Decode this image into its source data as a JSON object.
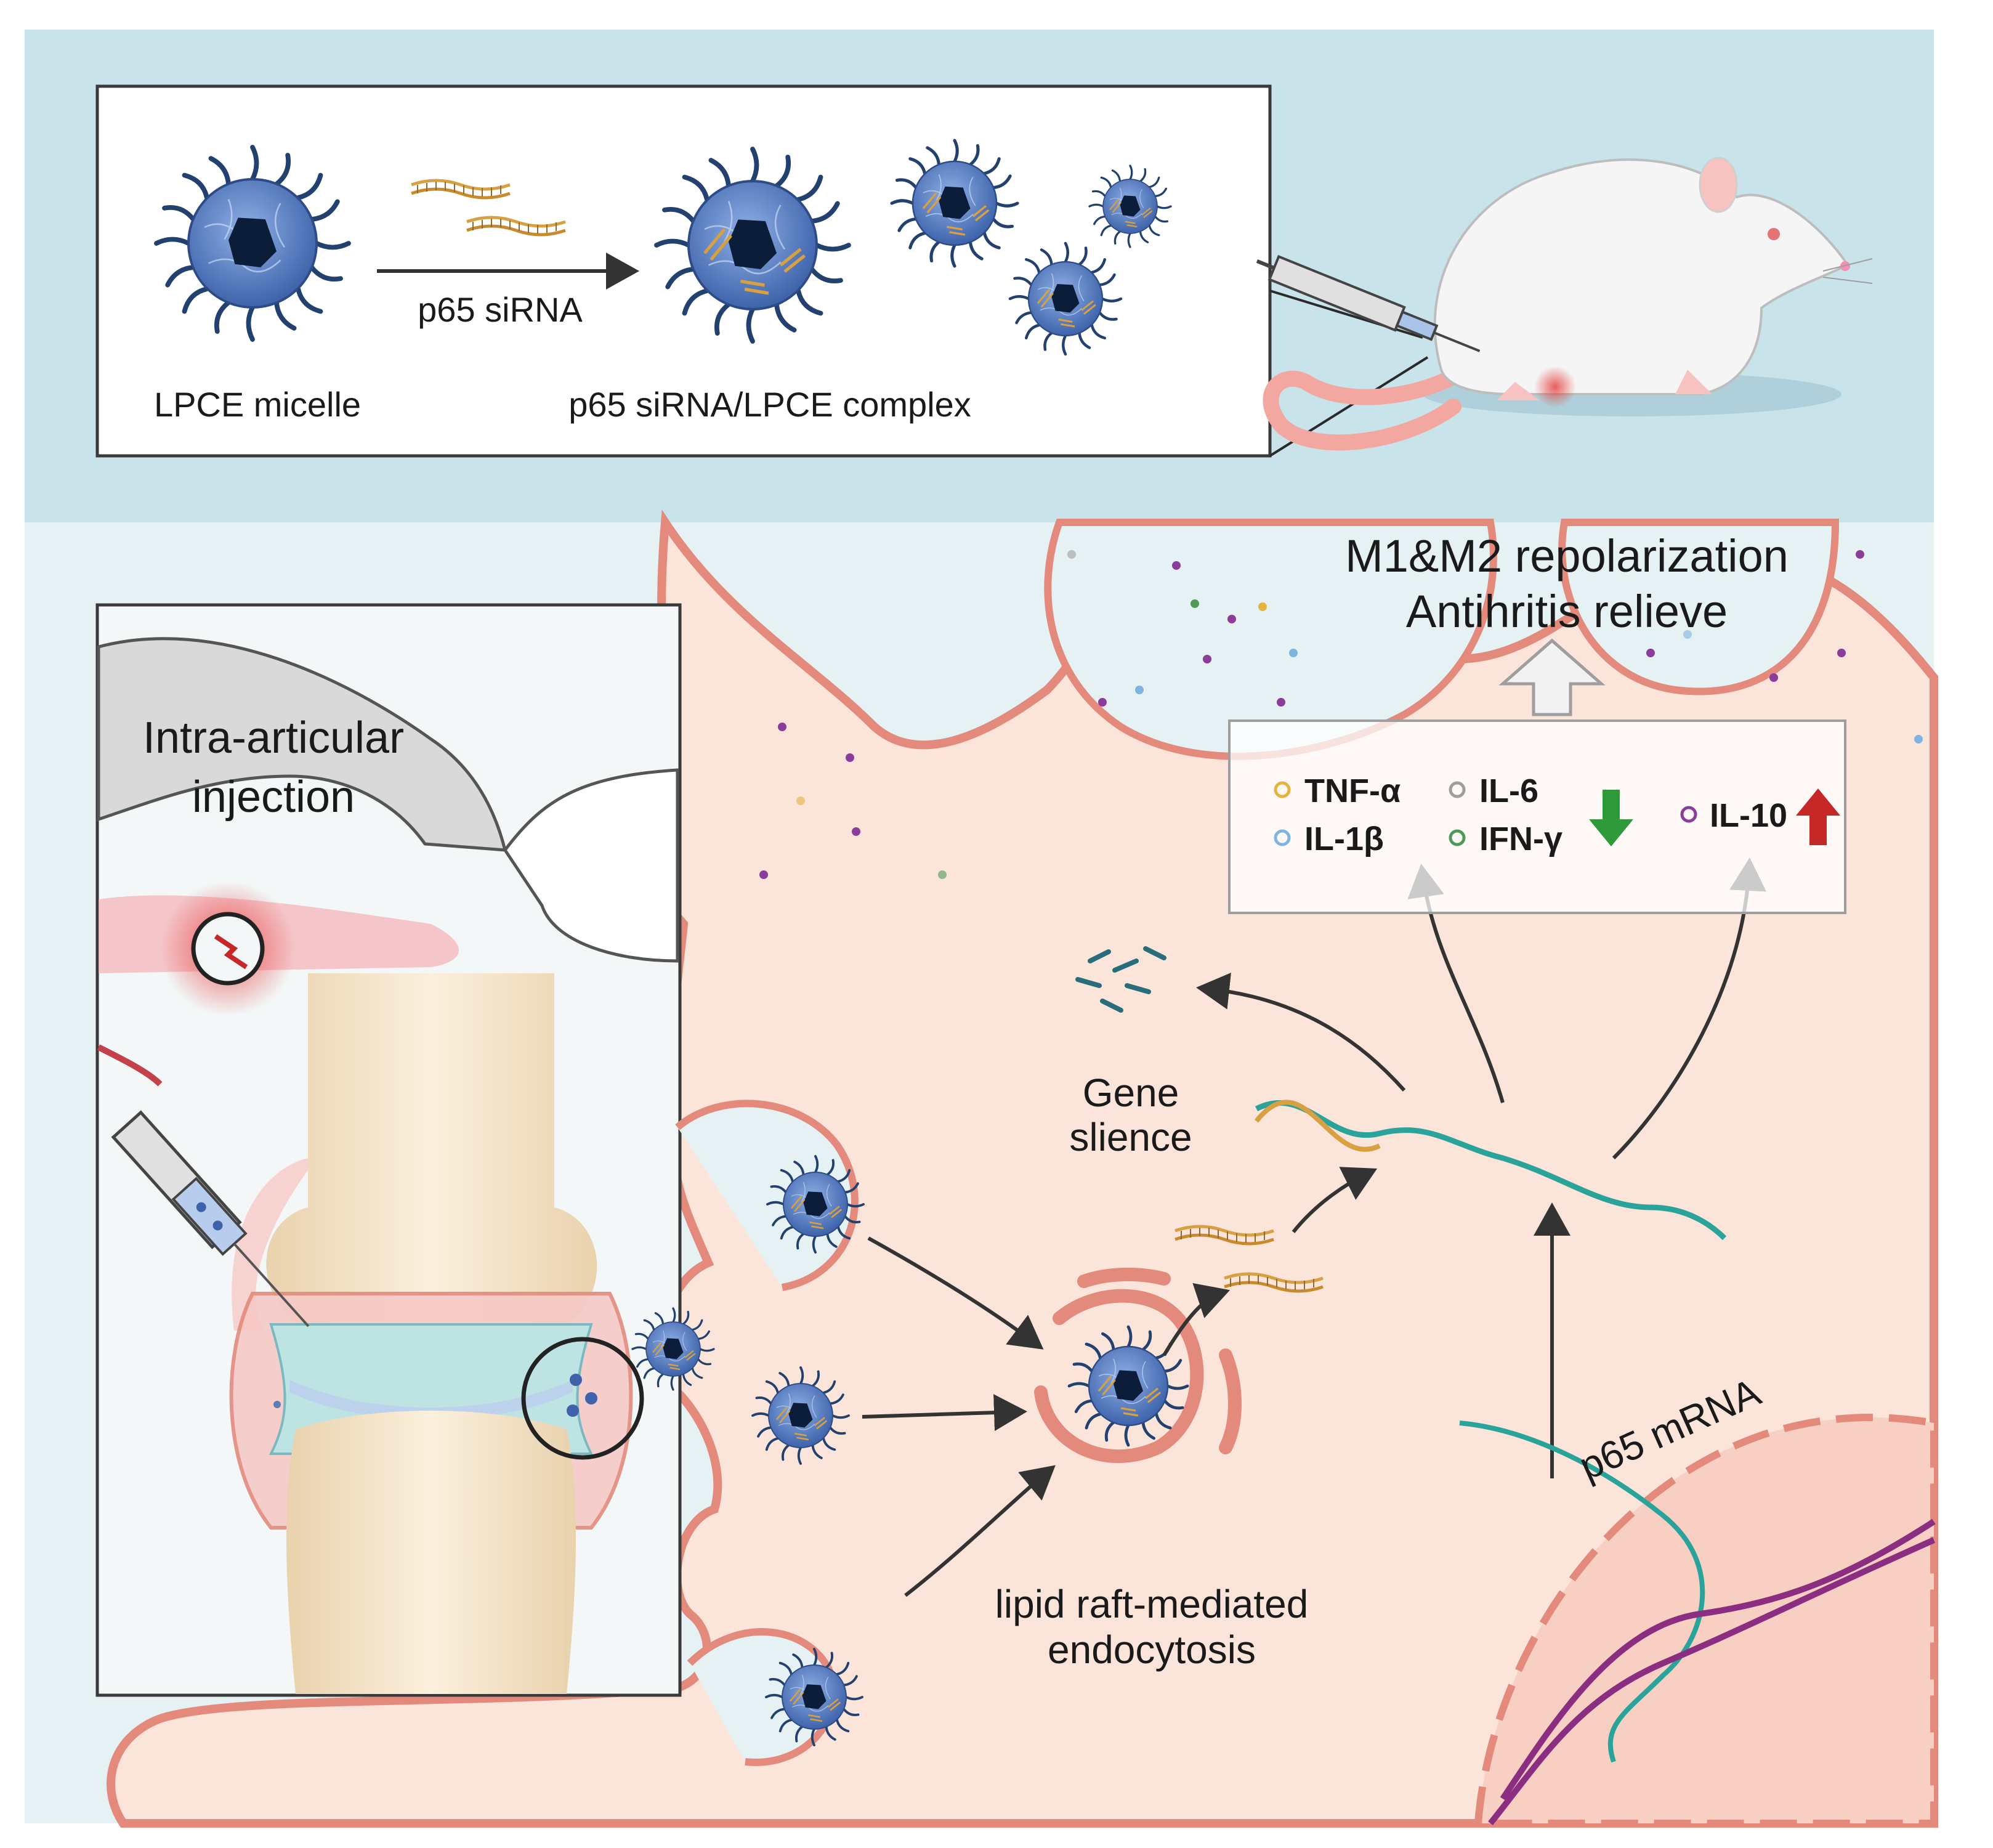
{
  "top_panel": {
    "micelle_label": "LPCE micelle",
    "arrow_label": "p65 siRNA",
    "complex_label": "p65 siRNA/LPCE complex"
  },
  "joint_panel": {
    "injection_label_line1": "Intra-articular",
    "injection_label_line2": "injection"
  },
  "outcome": {
    "line1": "M1&M2 repolarization",
    "line2": "Antihritis relieve"
  },
  "cytokines": {
    "down": [
      {
        "label": "TNF-α",
        "color": "#e6b341"
      },
      {
        "label": "IL-6",
        "color": "#9e9e9e"
      },
      {
        "label": "IL-1β",
        "color": "#7fb3e0"
      },
      {
        "label": "IFN-γ",
        "color": "#4f9a5a"
      }
    ],
    "up": [
      {
        "label": "IL-10",
        "color": "#8a3d9a"
      }
    ],
    "down_arrow_color": "#2e9a3a",
    "up_arrow_color": "#c62828"
  },
  "process": {
    "gene_silence_line1": "Gene",
    "gene_silence_line2": "slience",
    "endocytosis_line1": "lipid raft-mediated",
    "endocytosis_line2": "endocytosis",
    "mrna_label": "p65 mRNA"
  },
  "colors": {
    "top_bg": "#c9e3eb",
    "cell_fill": "#fbe4da",
    "membrane": "#e38a7c",
    "micelle": "#4a6fb5",
    "sirna": "#d8a040",
    "mrna": "#2aa39a",
    "dna": "#8b2e82"
  }
}
